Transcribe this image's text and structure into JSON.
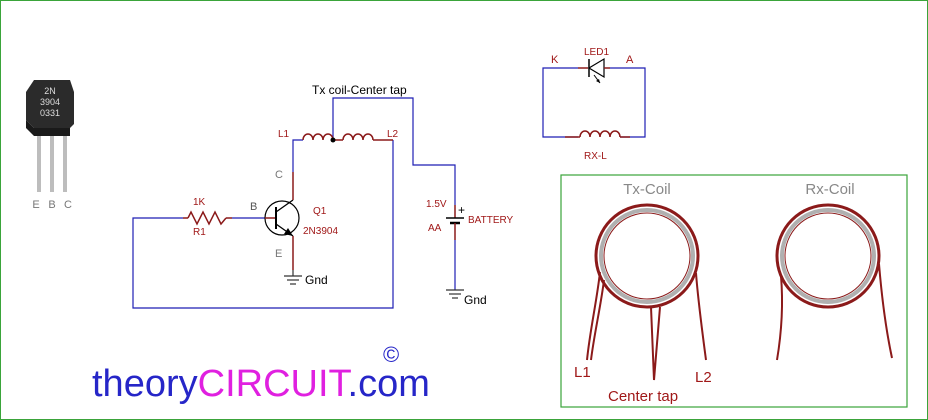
{
  "transistor_photo": {
    "marking_lines": [
      "2N",
      "3904",
      "0331"
    ],
    "pin_labels": [
      "E",
      "B",
      "C"
    ]
  },
  "schematic": {
    "tx_label": "Tx coil-Center tap",
    "l1": "L1",
    "l2": "L2",
    "c": "C",
    "b": "B",
    "e": "E",
    "q1": "Q1",
    "part": "2N3904",
    "r_value": "1K",
    "r_name": "R1",
    "gnd1": "Gnd",
    "gnd2": "Gnd",
    "batt_voltage": "1.5V",
    "batt_type": "AA",
    "plus": "+",
    "battery": "BATTERY"
  },
  "receiver": {
    "led": "LED1",
    "k": "K",
    "a": "A",
    "rx": "RX-L"
  },
  "coils": {
    "tx_title": "Tx-Coil",
    "rx_title": "Rx-Coil",
    "l1": "L1",
    "l2": "L2",
    "center": "Center tap"
  },
  "branding": {
    "part1": "theory",
    "part2": "CIRCUIT",
    "part3": ".com",
    "copyright": "©"
  },
  "colors": {
    "wire": "#1f1fb4",
    "component": "#8b1a1a",
    "label_red": "#a01818",
    "label_gray": "#777777",
    "frame_green": "#3aa43a",
    "brand_blue": "#2626c8",
    "brand_magenta": "#e020e0"
  }
}
